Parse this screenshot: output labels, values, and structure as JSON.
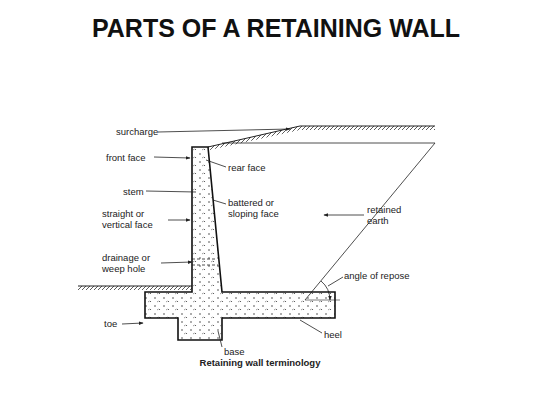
{
  "diagram": {
    "title": "PARTS OF A RETAINING WALL",
    "caption": "Retaining wall terminology",
    "labels": [
      "surcharge",
      "front face",
      "rear face",
      "stem",
      "straight or vertical face",
      "battered or sloping face",
      "retained earth",
      "drainage or weep hole",
      "angle of repose",
      "toe",
      "heel",
      "base"
    ]
  }
}
